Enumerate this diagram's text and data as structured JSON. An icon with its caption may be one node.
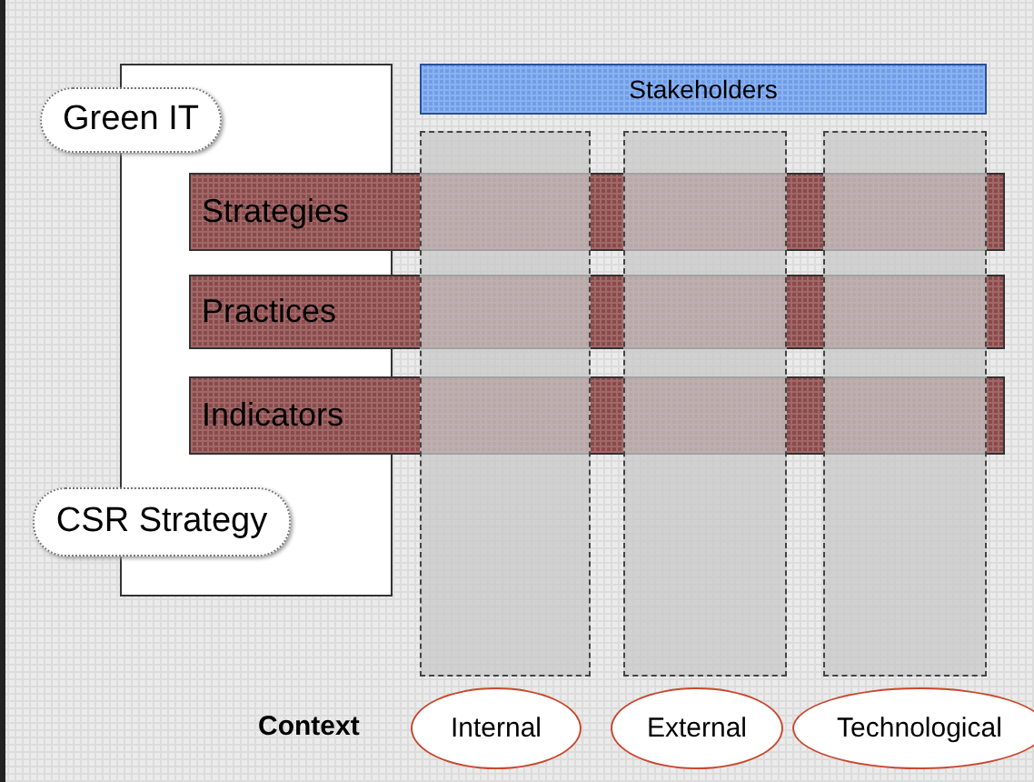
{
  "diagram": {
    "nodes": [
      {
        "text": [],
        "shape": "box"
      },
      {
        "text": [
          "Green IT"
        ]
      },
      {
        "text": [
          "Stakeholders"
        ]
      },
      {
        "text": [],
        "shape": "bar"
      },
      {
        "text": [],
        "shape": "bar"
      },
      {
        "text": [],
        "shape": "bar"
      },
      {
        "text": [
          "Strategies"
        ]
      },
      {
        "text": [
          "Practices"
        ]
      },
      {
        "text": [
          "Indicators"
        ]
      },
      {
        "text": [
          "CSR Strategy"
        ]
      },
      {
        "text": [
          "Internal"
        ]
      },
      {
        "text": [
          "External"
        ]
      },
      {
        "text": [
          "Technological"
        ]
      }
    ],
    "edges": [],
    "labels": [
      "Context"
    ]
  }
}
